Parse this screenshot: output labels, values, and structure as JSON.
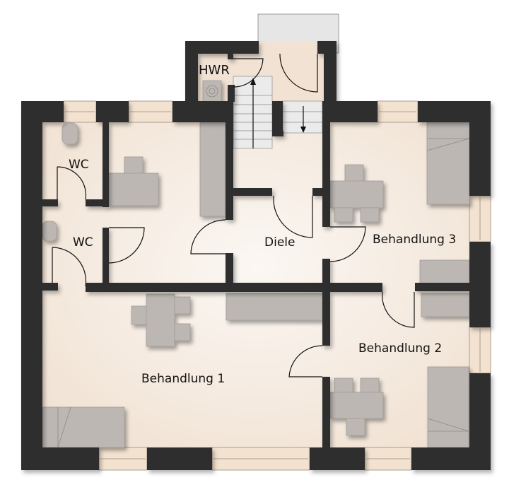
{
  "plan": {
    "type": "floor-plan",
    "colors": {
      "wall": "#2d2d2d",
      "floor": "#f2e4d6",
      "floor_light": "#f8f1ea",
      "furniture": "#bdb8b4",
      "window": "#f3e2d0",
      "landing": "#e4e4e4"
    },
    "rooms": [
      {
        "id": "hwr",
        "label": "HWR"
      },
      {
        "id": "wc1",
        "label": "WC"
      },
      {
        "id": "wc2",
        "label": "WC"
      },
      {
        "id": "diele",
        "label": "Diele"
      },
      {
        "id": "behandlung1",
        "label": "Behandlung 1"
      },
      {
        "id": "behandlung2",
        "label": "Behandlung 2"
      },
      {
        "id": "behandlung3",
        "label": "Behandlung 3"
      }
    ],
    "fixtures": [
      "boiler-icon",
      "toilet-icon",
      "sink-icon",
      "stairs-up",
      "stairs-down"
    ]
  }
}
